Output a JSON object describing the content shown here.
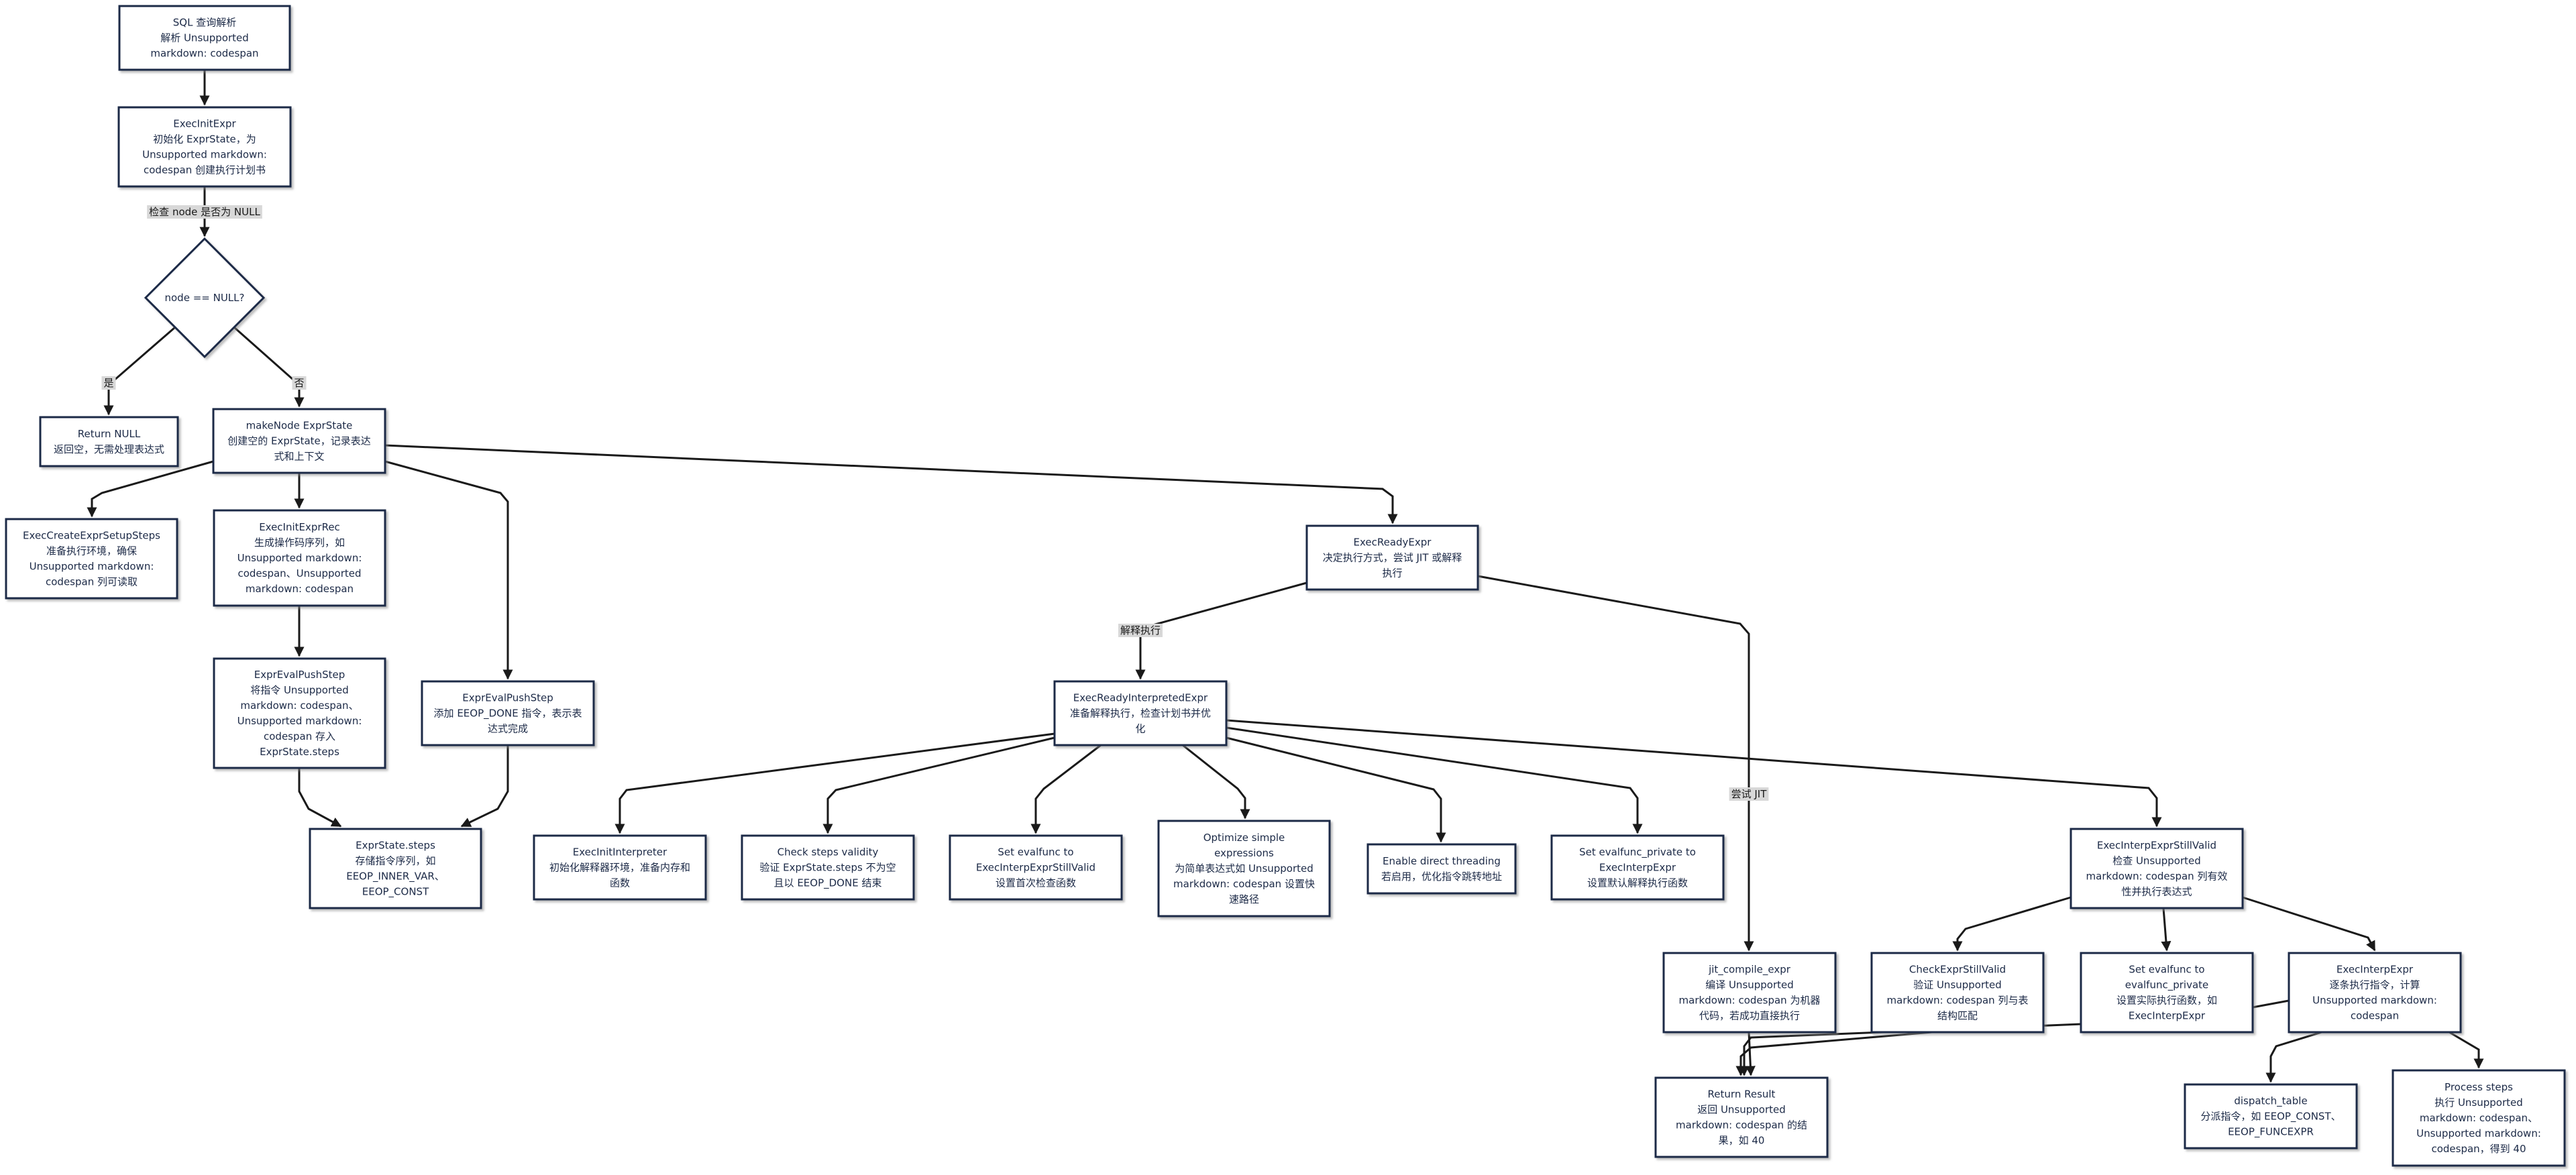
{
  "nodes": {
    "sql_parse": [
      "SQL 查询解析",
      "解析 Unsupported",
      "markdown: codespan"
    ],
    "exec_init_expr": [
      "ExecInitExpr",
      "初始化 ExprState，为",
      "Unsupported markdown:",
      "codespan 创建执行计划书"
    ],
    "node_null": [
      "node == NULL?"
    ],
    "return_null": [
      "Return NULL",
      "返回空，无需处理表达式"
    ],
    "make_node": [
      "makeNode ExprState",
      "创建空的 ExprState，记录表达",
      "式和上下文"
    ],
    "setup_steps": [
      "ExecCreateExprSetupSteps",
      "准备执行环境，确保",
      "Unsupported markdown:",
      "codespan 列可读取"
    ],
    "init_expr_rec": [
      "ExecInitExprRec",
      "生成操作码序列，如",
      "Unsupported markdown:",
      "codespan、Unsupported",
      "markdown: codespan"
    ],
    "push_step1": [
      "ExprEvalPushStep",
      "将指令 Unsupported",
      "markdown: codespan、",
      "Unsupported markdown:",
      "codespan 存入",
      "ExprState.steps"
    ],
    "push_step2": [
      "ExprEvalPushStep",
      "添加 EEOP_DONE 指令，表示表",
      "达式完成"
    ],
    "steps": [
      "ExprState.steps",
      "存储指令序列，如",
      "EEOP_INNER_VAR、",
      "EEOP_CONST"
    ],
    "ready_expr": [
      "ExecReadyExpr",
      "决定执行方式，尝试 JIT 或解释",
      "执行"
    ],
    "ready_interp": [
      "ExecReadyInterpretedExpr",
      "准备解释执行，检查计划书并优",
      "化"
    ],
    "init_interpreter": [
      "ExecInitInterpreter",
      "初始化解释器环境，准备内存和",
      "函数"
    ],
    "check_steps": [
      "Check steps validity",
      "验证 ExprState.steps 不为空",
      "且以 EEOP_DONE 结束"
    ],
    "set_evalfunc": [
      "Set evalfunc to",
      "ExecInterpExprStillValid",
      "设置首次检查函数"
    ],
    "optimize": [
      "Optimize simple",
      "expressions",
      "为简单表达式如 Unsupported",
      "markdown: codespan 设置快",
      "速路径"
    ],
    "direct_thread": [
      "Enable direct threading",
      "若启用，优化指令跳转地址"
    ],
    "set_private": [
      "Set evalfunc_private to",
      "ExecInterpExpr",
      "设置默认解释执行函数"
    ],
    "jit_compile": [
      "jit_compile_expr",
      "编译 Unsupported",
      "markdown: codespan 为机器",
      "代码，若成功直接执行"
    ],
    "still_valid": [
      "ExecInterpExprStillValid",
      "检查 Unsupported",
      "markdown: codespan 列有效",
      "性并执行表达式"
    ],
    "check_valid": [
      "CheckExprStillValid",
      "验证 Unsupported",
      "markdown: codespan 列与表",
      "结构匹配"
    ],
    "set_private2": [
      "Set evalfunc to",
      "evalfunc_private",
      "设置实际执行函数，如",
      "ExecInterpExpr"
    ],
    "interp_expr": [
      "ExecInterpExpr",
      "逐条执行指令，计算",
      "Unsupported markdown:",
      "codespan"
    ],
    "return_result": [
      "Return Result",
      "返回 Unsupported",
      "markdown: codespan 的结",
      "果，如 40"
    ],
    "dispatch": [
      "dispatch_table",
      "分派指令，如 EEOP_CONST、",
      "EEOP_FUNCEXPR"
    ],
    "process_steps": [
      "Process steps",
      "执行 Unsupported",
      "markdown: codespan、",
      "Unsupported markdown:",
      "codespan，得到 40"
    ]
  },
  "edge_labels": {
    "check_null": "检查 node 是否为 NULL",
    "yes": "是",
    "no": "否",
    "interpret": "解释执行",
    "try_jit": "尝试 JIT"
  },
  "colors": {
    "node_border": "#1c2a47",
    "node_text": "#1c2a47",
    "edge": "#1a1a1a",
    "edge_label_bg": "#d8d8d8"
  }
}
